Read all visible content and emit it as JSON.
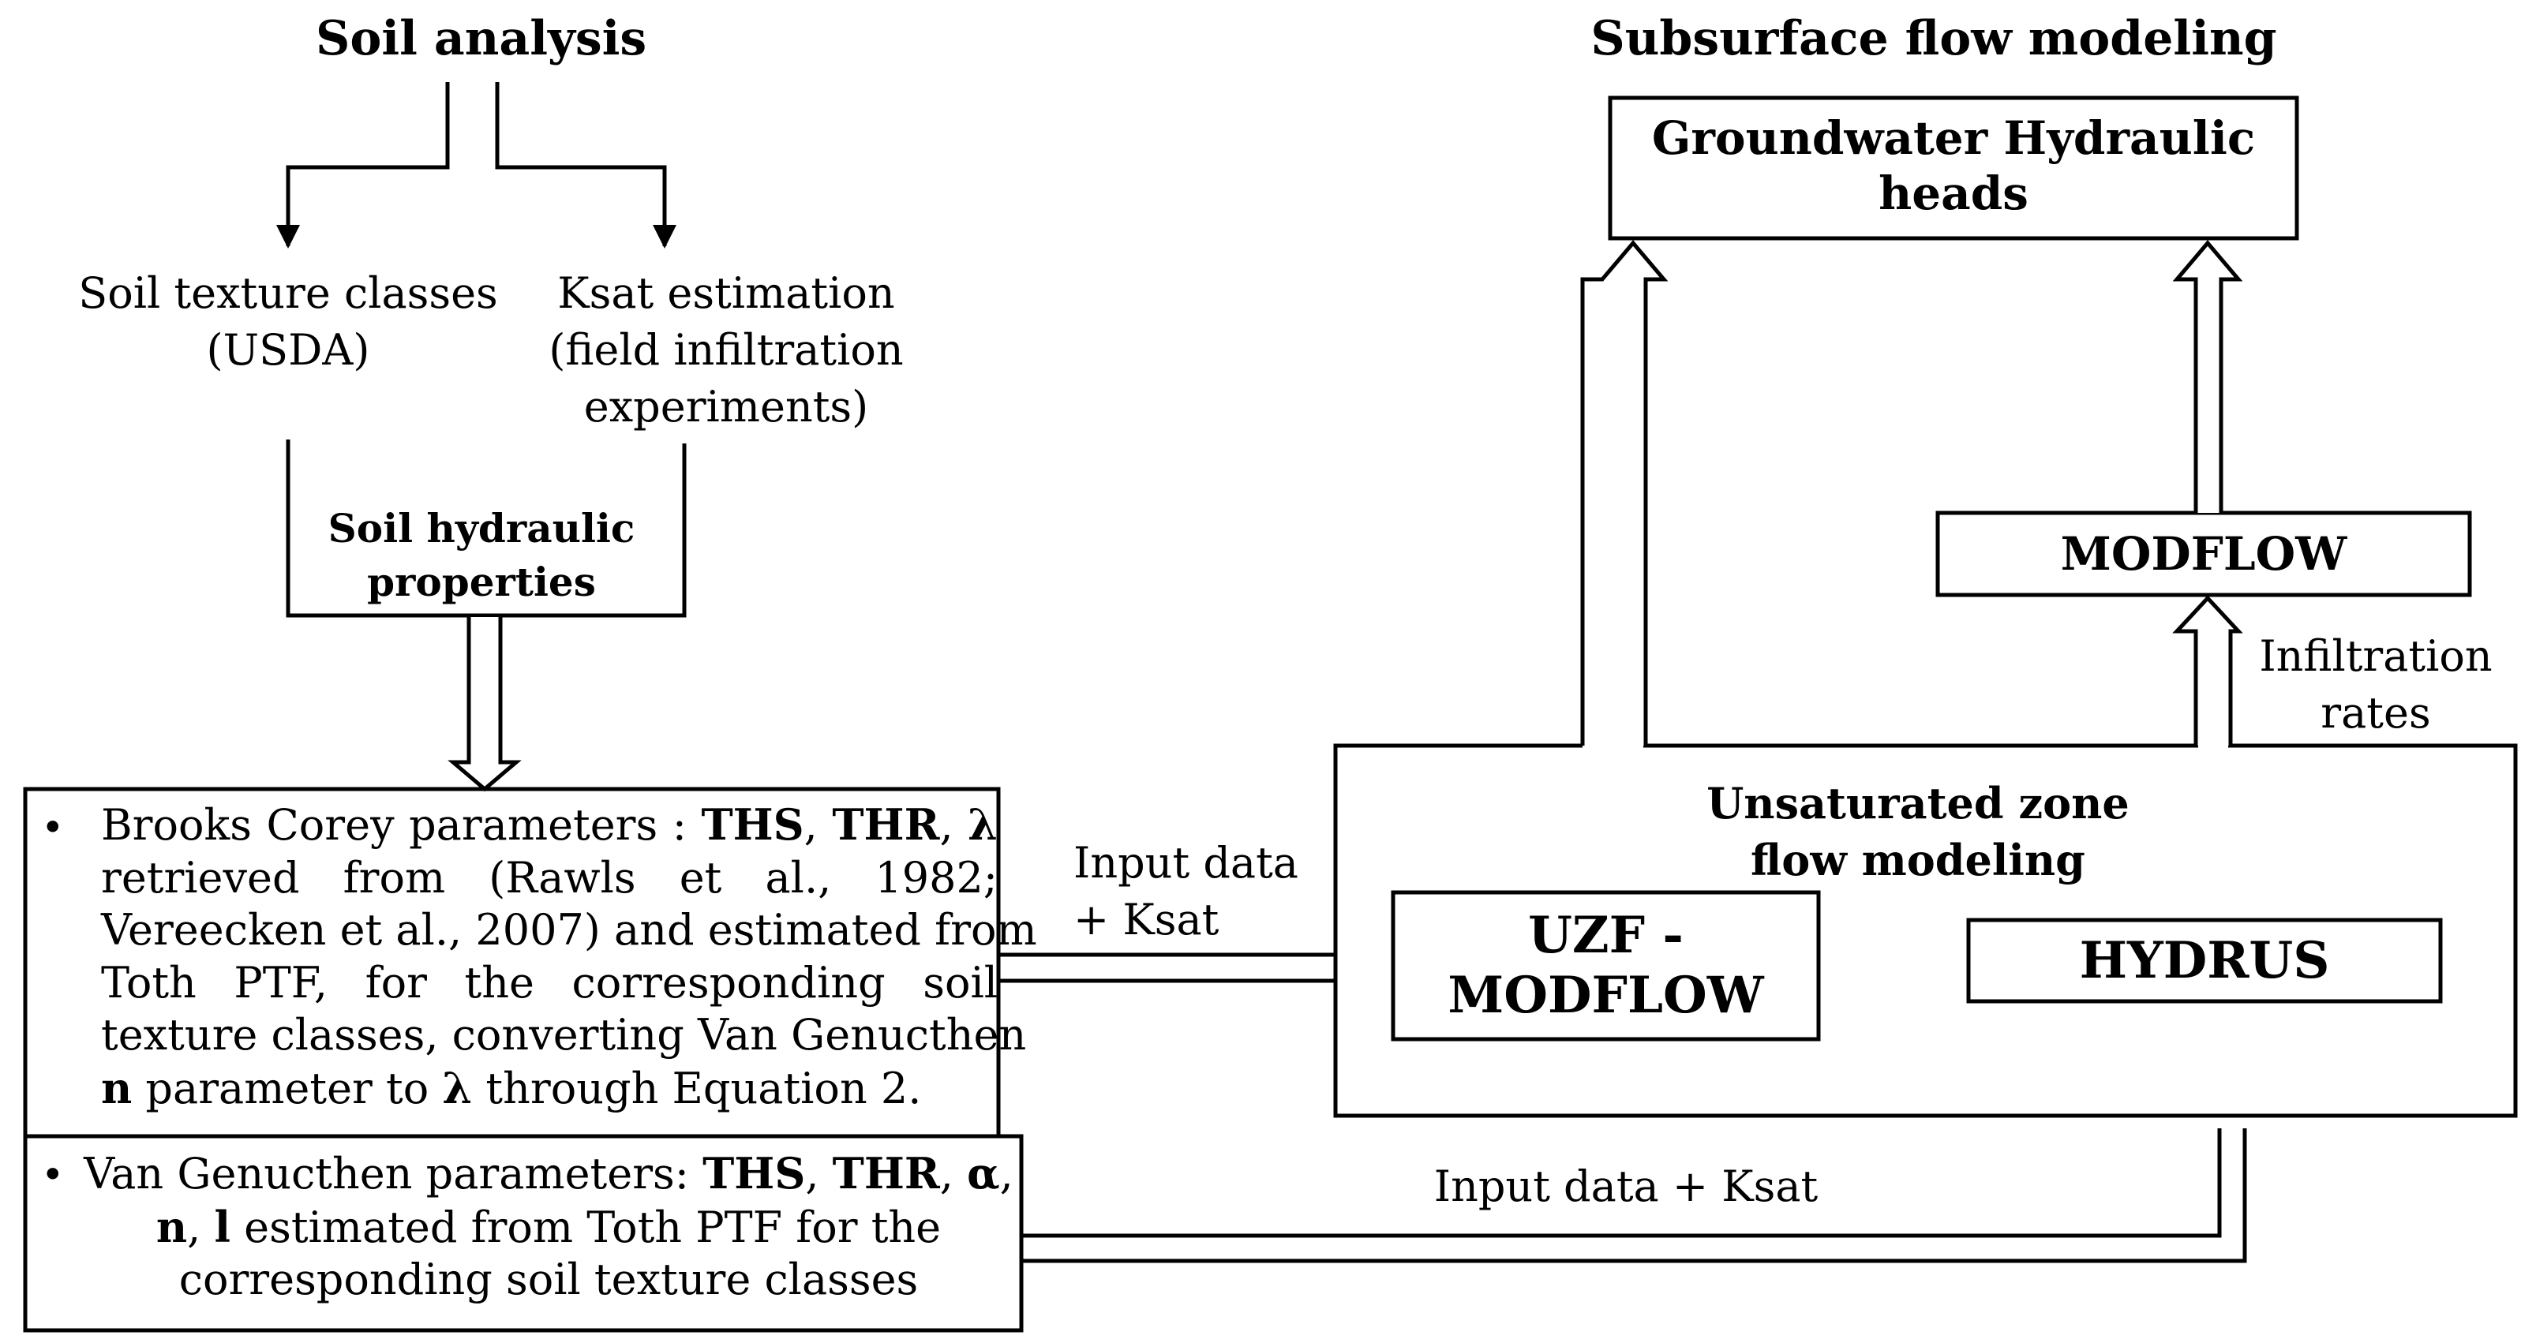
{
  "headers": {
    "soil_analysis": "Soil analysis",
    "subsurface": "Subsurface flow modeling"
  },
  "left": {
    "texture_line1": "Soil texture classes",
    "texture_line2": "(USDA)",
    "ksat_line1": "Ksat estimation",
    "ksat_line2": "(field infiltration",
    "ksat_line3": "experiments)",
    "hydraulic_line1": "Soil hydraulic",
    "hydraulic_line2": "properties"
  },
  "brooks_corey": {
    "l1_a": "Brooks Corey parameters :",
    "l1_ths": "THS",
    "l1_sep1": ",",
    "l1_thr": "THR",
    "l1_sep2": ",",
    "l1_lambda": "λ",
    "l2": "retrieved from (Rawls et al., 1982;",
    "l3": "Vereecken et al., 2007) and estimated from",
    "l4": "Toth PTF, for the corresponding soil",
    "l5": "texture classes, converting Van Genucthen",
    "l6_n": "n",
    "l6_a": " parameter to ",
    "l6_lambda": "λ",
    "l6_b": " through Equation 2."
  },
  "van_genuchten": {
    "l1_a": "Van Genucthen parameters: ",
    "l1_ths": "THS",
    "l1_sep1": ", ",
    "l1_thr": "THR",
    "l1_sep2": ", ",
    "l1_alpha": "α",
    "l1_sep3": ",",
    "l2_n": "n",
    "l2_sep": ", ",
    "l2_l": "l",
    "l2_rest": " estimated from Toth PTF for the",
    "l3": "corresponding soil texture classes"
  },
  "flow_labels": {
    "input1_line1": "Input data",
    "input1_line2": "+ Ksat",
    "input2": "Input data + Ksat",
    "infil_line1": "Infiltration",
    "infil_line2": "rates"
  },
  "right": {
    "gw_line1": "Groundwater Hydraulic",
    "gw_line2": "heads",
    "modflow": "MODFLOW",
    "unsat_line1": "Unsaturated zone",
    "unsat_line2": "flow modeling",
    "uzf_line1": "UZF -",
    "uzf_line2": "MODFLOW",
    "hydrus": "HYDRUS"
  },
  "bullet_glyph": "•"
}
